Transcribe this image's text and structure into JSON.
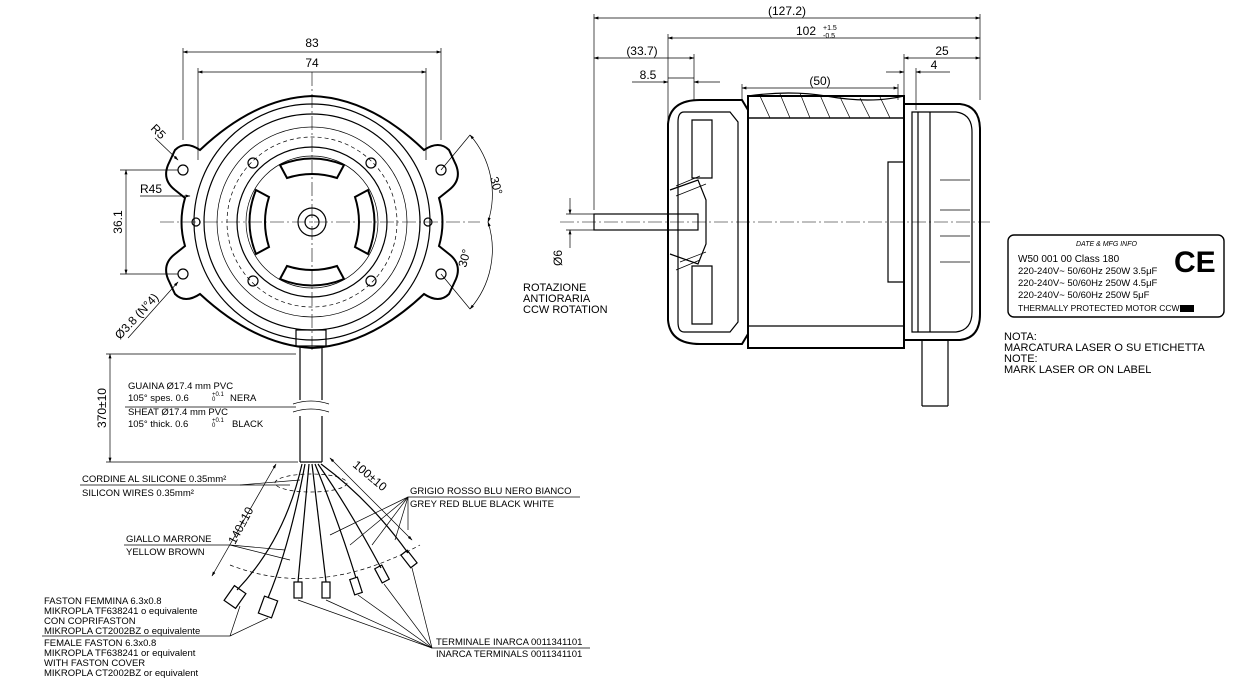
{
  "front_view": {
    "dims": {
      "overall_width": "83",
      "hole_spacing": "74",
      "corner_radius": "R5",
      "flange_radius": "R45",
      "vertical_spacing": "36.1",
      "angle_top": "30°",
      "angle_bottom": "30°",
      "holes": "Ø3.8 (N°4)",
      "cable_length": "370±10"
    },
    "cable_sheath_it": [
      "GUAINA  Ø17.4  mm  PVC",
      "105°  spes.  0.6",
      "NERA"
    ],
    "cable_sheath_en": [
      "SHEAT  Ø17.4  mm  PVC",
      "105°   thick.  0.6",
      "BLACK"
    ],
    "tolerance_sheath": "+0.1",
    "tolerance_sheath_low": "0",
    "wires_it": "CORDINE  AL  SILICONE  0.35mm²",
    "wires_en": "SILICON  WIRES  0.35mm²",
    "lead_short": "100±10",
    "lead_long": "140±10",
    "colors_it": "GRIGIO  ROSSO  BLU  NERO  BIANCO",
    "colors_en": "GREY  RED  BLUE  BLACK  WHITE",
    "colors2_it": "GIALLO  MARRONE",
    "colors2_en": "YELLOW  BROWN",
    "faston": [
      "FASTON  FEMMINA  6.3x0.8",
      "MIKROPLA  TF638241  o  equivalente",
      "CON  COPRIFASTON",
      "MIKROPLA  CT2002BZ  o  equivalente",
      "FEMALE  FASTON  6.3x0.8",
      "MIKROPLA  TF638241  or  equivalent",
      "WITH  FASTON  COVER",
      "MIKROPLA  CT2002BZ  or  equivalent"
    ],
    "terminals_it": "TERMINALE  INARCA  0011341101",
    "terminals_en": "INARCA  TERMINALS  0011341101"
  },
  "side_view": {
    "dims": {
      "overall_length": "(127.2)",
      "body_length": "102",
      "body_tol_up": "+1.5",
      "body_tol_low": "-0.5",
      "shaft_extension": "(33.7)",
      "shaft_step": "8.5",
      "stator_length": "(50)",
      "rear_length": "25",
      "rear_step": "4",
      "shaft_diameter": "Ø6"
    },
    "rotation": [
      "ROTAZIONE",
      "ANTIORARIA",
      "CCW  ROTATION"
    ]
  },
  "label_plate": {
    "header": "DATE & MFG INFO",
    "model": "W50  001  00  Class  180",
    "lines": [
      "220-240V~  50/60Hz  250W  3.5μF",
      "220-240V~  50/60Hz  250W  4.5μF",
      "220-240V~  50/60Hz  250W  5μF"
    ],
    "footer": "THERMALLY  PROTECTED  MOTOR   CCW",
    "mark": "CE"
  },
  "notes": [
    "NOTA:",
    "MARCATURA  LASER  O  SU  ETICHETTA",
    "NOTE:",
    "MARK  LASER  OR  ON  LABEL"
  ]
}
